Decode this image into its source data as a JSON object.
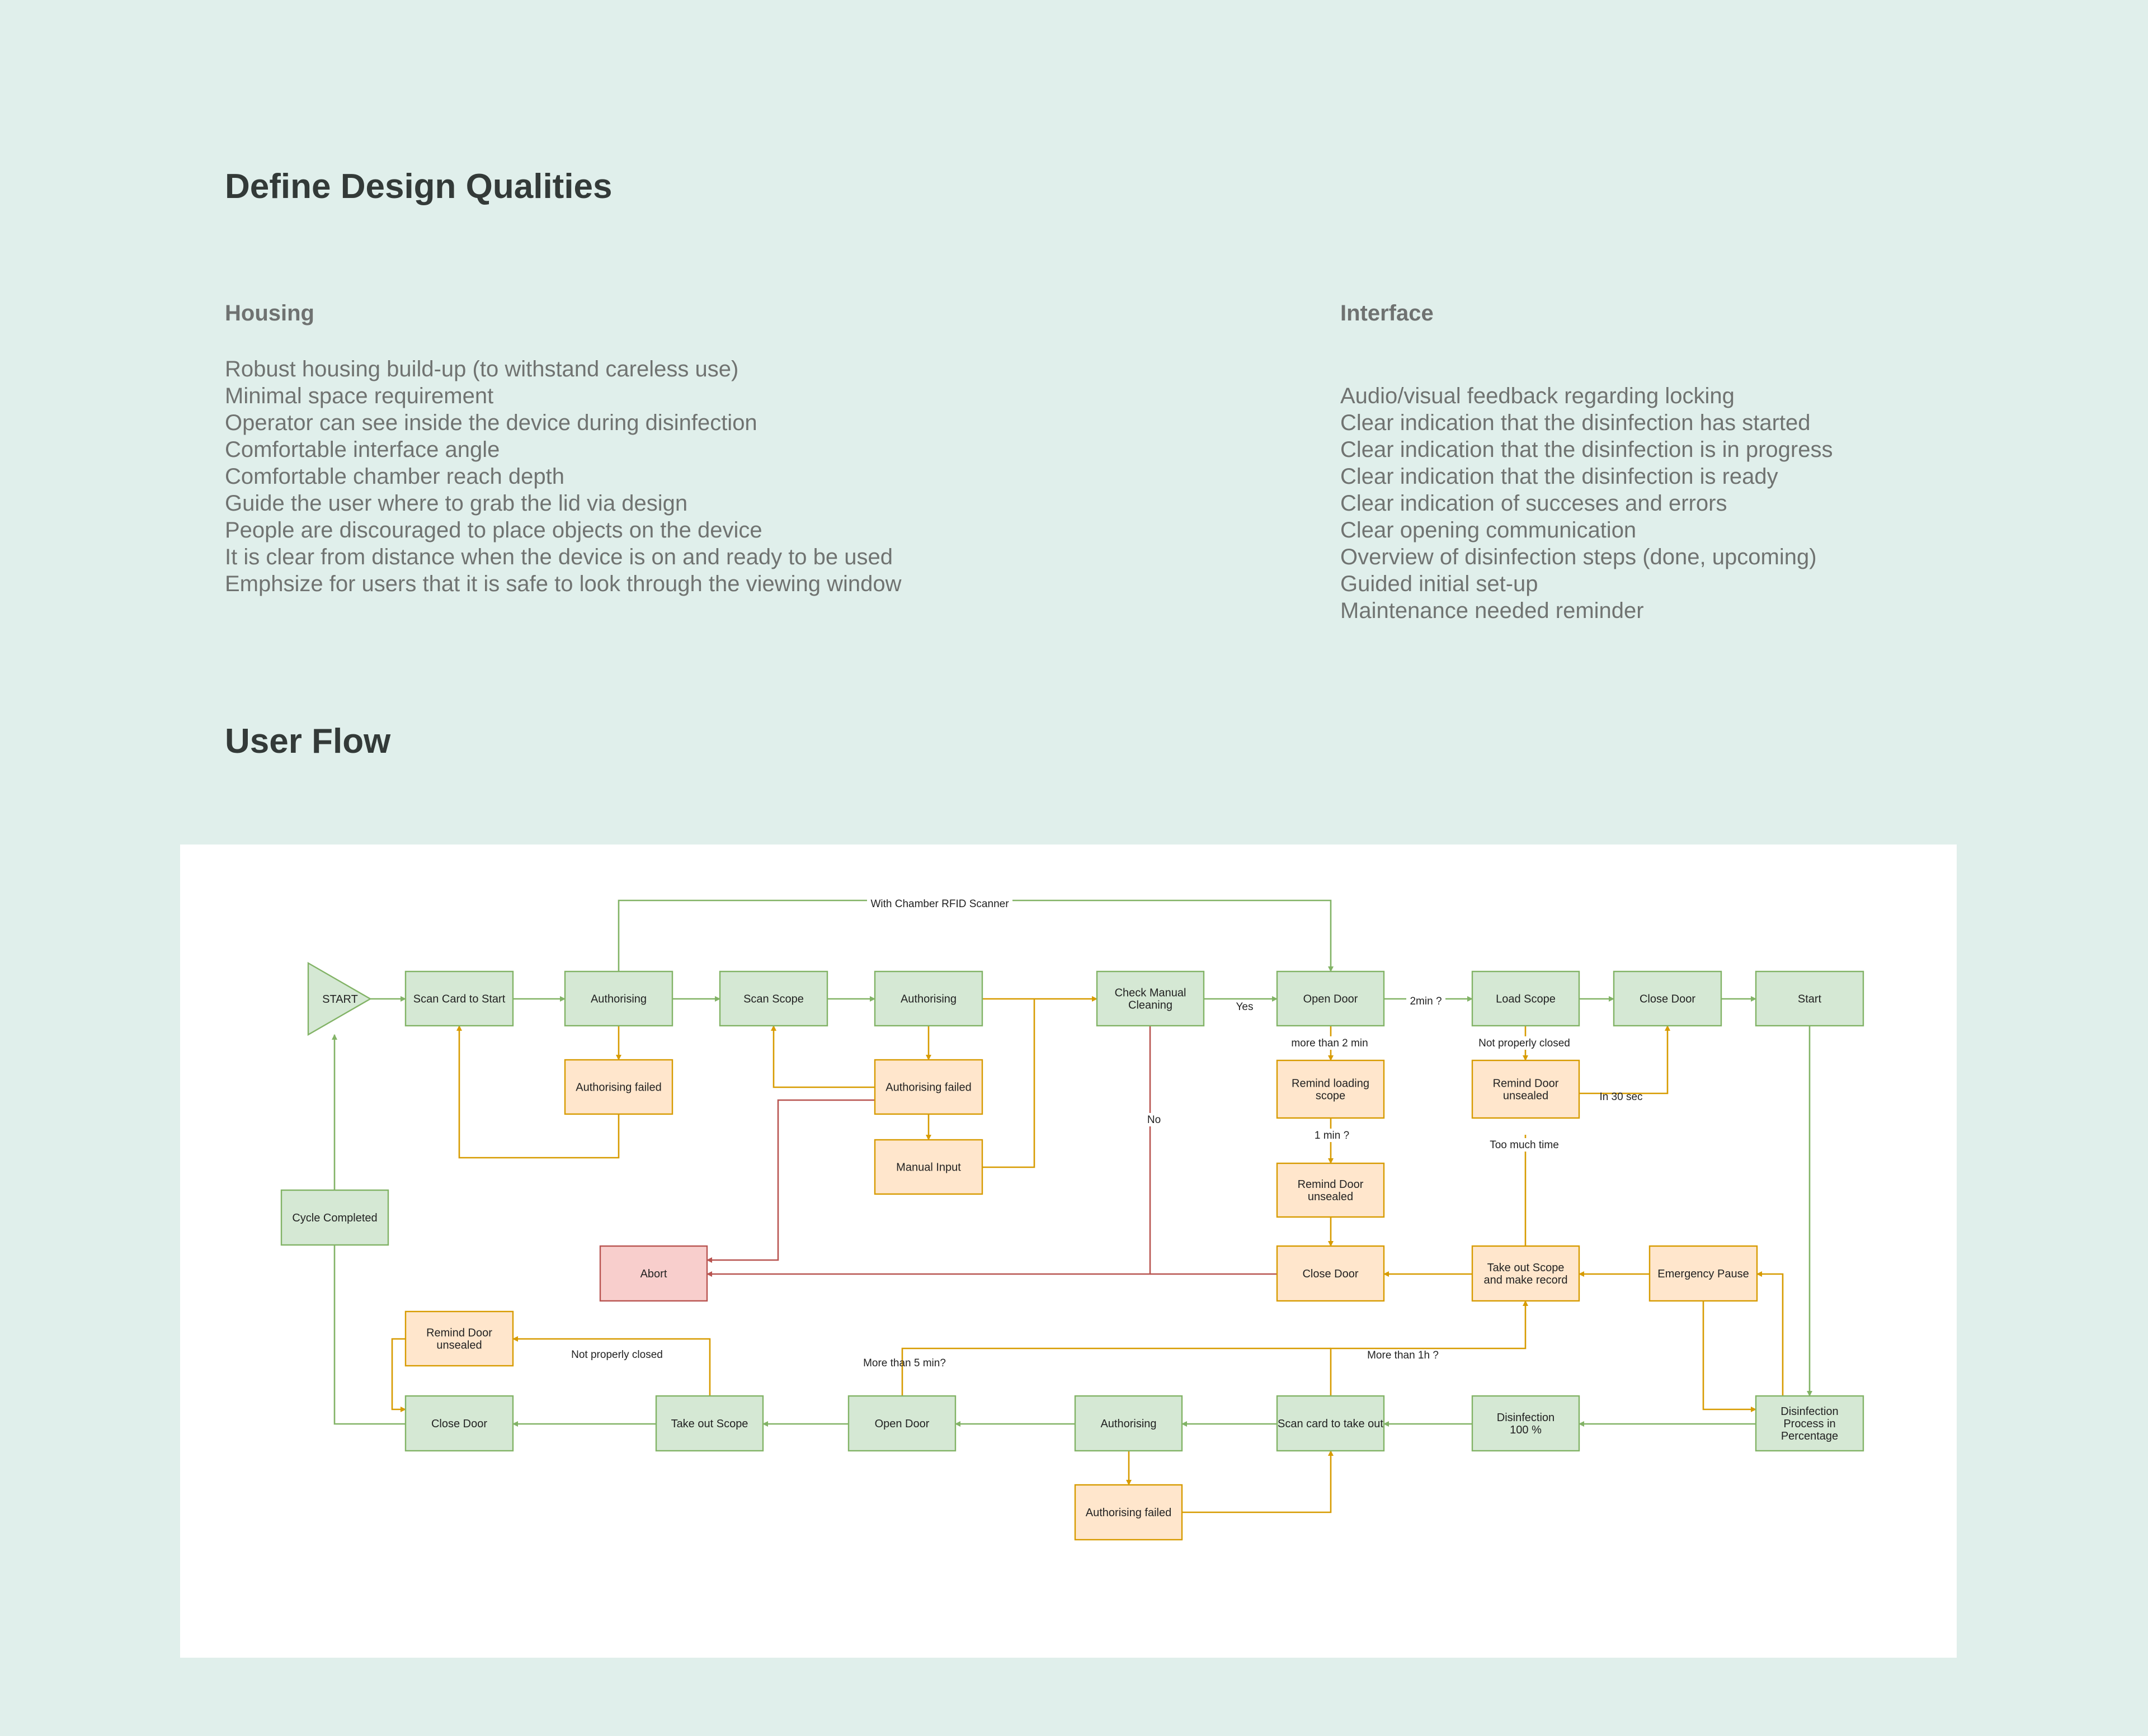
{
  "page": {
    "title": "Define Design Qualities",
    "flow_title": "User Flow"
  },
  "housing": {
    "title": "Housing",
    "items": [
      "Robust housing build-up (to withstand careless use)",
      "Minimal space requirement",
      "Operator can see inside the device during disinfection",
      "Comfortable interface angle",
      "Comfortable chamber reach depth",
      "Guide the user where to grab the lid via design",
      "People are discouraged to place objects on the device",
      "It is clear from distance when the device is on and ready to be used",
      "Emphsize for users that it is safe to look through the viewing window"
    ]
  },
  "interface": {
    "title": "Interface",
    "items": [
      "Audio/visual feedback regarding locking",
      "Clear indication that the disinfection has started",
      "Clear indication that the disinfection is in progress",
      "Clear indication that the disinfection is ready",
      "Clear indication of succeses and errors",
      "Clear opening communication",
      "Overview of disinfection steps (done, upcoming)",
      "Guided initial set-up",
      "Maintenance needed reminder"
    ]
  },
  "colors": {
    "background": "#e0efeb",
    "step_fill": "#d5e8d4",
    "step_stroke": "#82b366",
    "warning_fill": "#ffe6cc",
    "warning_stroke": "#d79b00",
    "error_fill": "#f8cecc",
    "error_stroke": "#b85450"
  },
  "flow": {
    "nodes": {
      "start": "START",
      "scan_card": "Scan Card to Start",
      "auth1": "Authorising",
      "auth1_failed": "Authorising failed",
      "scan_scope": "Scan Scope",
      "auth2": "Authorising",
      "auth2_failed": "Authorising failed",
      "manual_input": "Manual Input",
      "check_manual": [
        "Check Manual",
        "Cleaning"
      ],
      "open_door1": "Open Door",
      "remind_loading": [
        "Remind loading",
        "scope"
      ],
      "remind_door1": [
        "Remind Door",
        "unsealed"
      ],
      "close_door_warn": "Close Door",
      "load_scope": "Load Scope",
      "remind_door2": [
        "Remind Door",
        "unsealed"
      ],
      "take_out_record": [
        "Take out Scope",
        "and make record"
      ],
      "close_door1": "Close Door",
      "start2": "Start",
      "emergency_pause": "Emergency Pause",
      "disinfection_process": [
        "Disinfection",
        "Process in",
        "Percentage"
      ],
      "disinfection_100": [
        "Disinfection",
        "100 %"
      ],
      "scan_card_out": "Scan card to take out",
      "auth3": "Authorising",
      "auth3_failed": "Authorising failed",
      "open_door2": "Open Door",
      "take_out_scope": "Take out Scope",
      "close_door2": "Close Door",
      "remind_door3": [
        "Remind Door",
        "unsealed"
      ],
      "cycle_completed": "Cycle Completed",
      "abort": "Abort"
    },
    "edge_labels": {
      "rfid": "With Chamber RFID Scanner",
      "yes": "Yes",
      "no": "No",
      "two_min": "2min ?",
      "more_2min": "more than 2 min",
      "one_min": "1 min ?",
      "not_closed1": "Not properly closed",
      "in_30": "In 30 sec",
      "too_much": "Too much time",
      "more_5min": "More than 5 min?",
      "more_1h": "More than 1h ?",
      "not_closed2": "Not properly closed"
    }
  }
}
